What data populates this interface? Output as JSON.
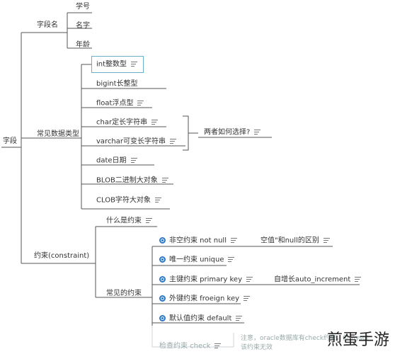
{
  "root": {
    "label": "字段"
  },
  "field_name": {
    "label": "字段名",
    "children": [
      "学号",
      "名字",
      "年龄"
    ]
  },
  "types": {
    "label": "常见数据类型",
    "items": [
      "int整数型",
      "bigint长整型",
      "float浮点型",
      "char定长字符串",
      "varchar可变长字符串",
      "date日期",
      "BLOB二进制大对象",
      "CLOB字符大对象"
    ],
    "group_note": "两者如何选择?"
  },
  "constraint": {
    "label": "约束(constraint)",
    "what": "什么是约束",
    "common": "常见的约束",
    "items": [
      "非空约束  not null",
      "唯一约束  unique",
      "主键约束  primary key",
      "外键约束  froeign key",
      "默认值约束 default",
      "检查约束 check"
    ],
    "notnull_note": "空值\"和null的区别",
    "pk_note": "自增长auto_increment",
    "check_note_1": "注意，oracle数据库有check约束，但mysql",
    "check_note_2": "该约束无效"
  },
  "watermark": "煎蛋手游"
}
